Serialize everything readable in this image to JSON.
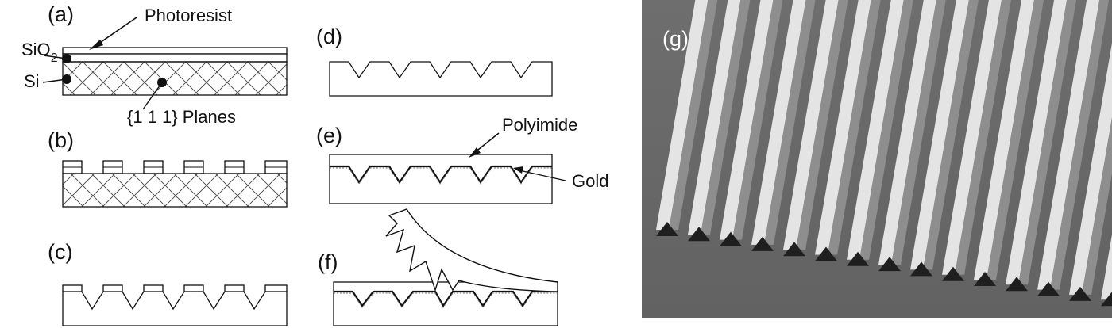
{
  "panels": {
    "a": "(a)",
    "b": "(b)",
    "c": "(c)",
    "d": "(d)",
    "e": "(e)",
    "f": "(f)",
    "g": "(g)"
  },
  "labels": {
    "photoresist": "Photoresist",
    "sio2_base": "SiO",
    "sio2_sub": "2",
    "si": "Si",
    "planes": "{1 1 1} Planes",
    "polyimide": "Polyimide",
    "gold": "Gold"
  },
  "colors": {
    "line": "#111111",
    "sem_background": "#6b6b6b",
    "ridge_light": "#e4e4e4",
    "ridge_dark": "#8e8e8e",
    "pyramid": "#1f1f1f"
  },
  "icons": {
    "pointer": "arrow-icon",
    "marker": "dot-marker-icon",
    "hatch": "crosshatch-pattern"
  }
}
